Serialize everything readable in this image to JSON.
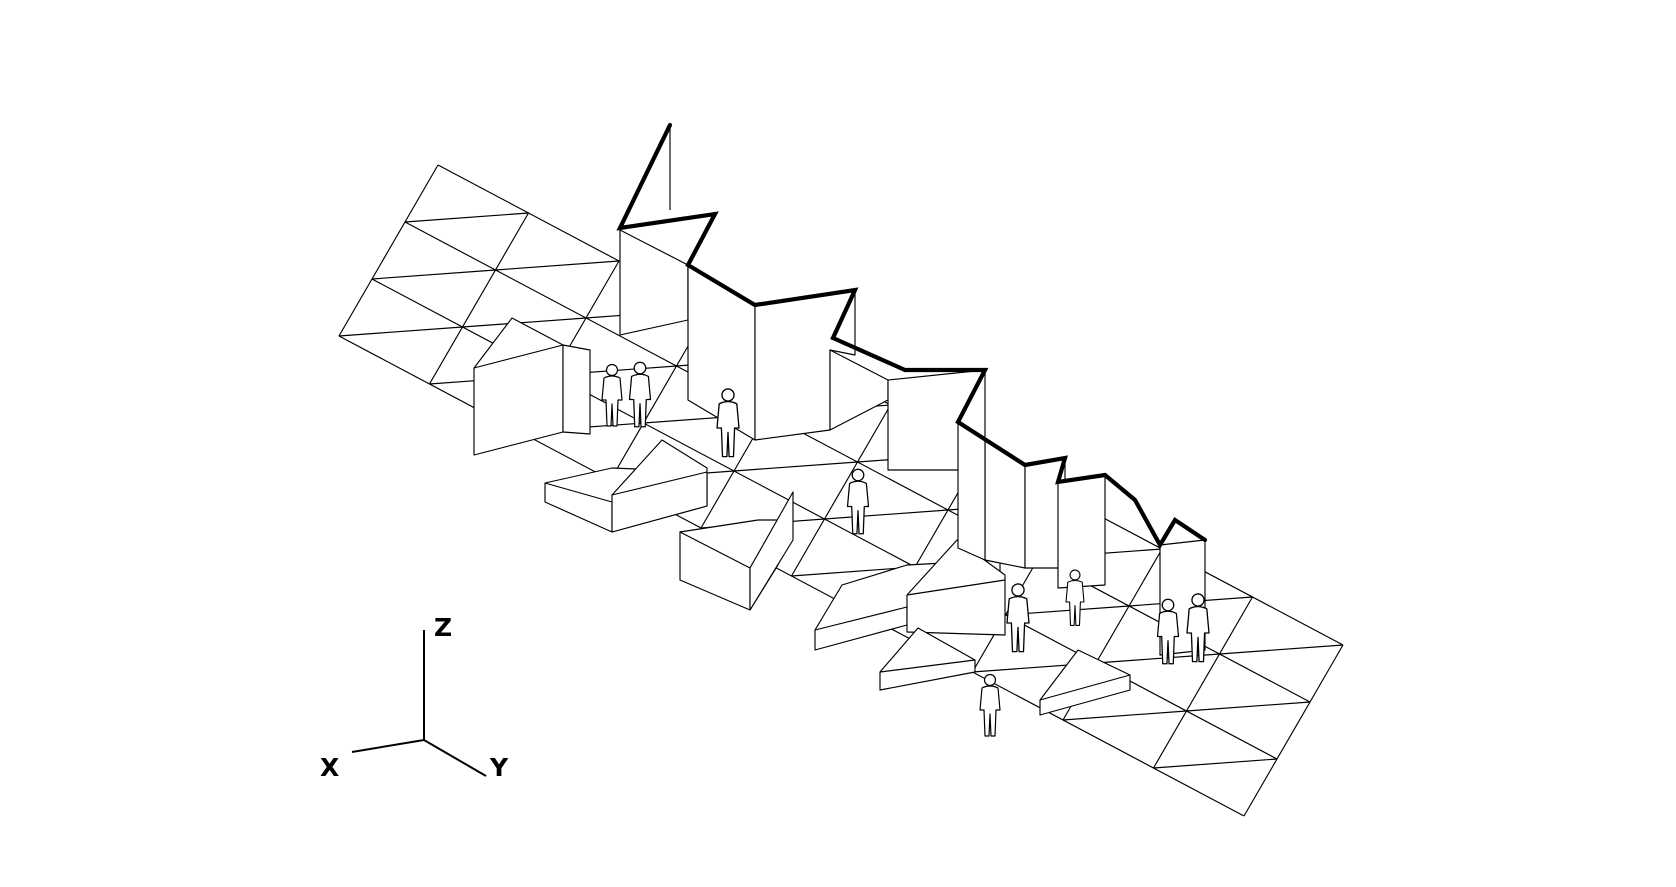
{
  "axes": {
    "z_label": "Z",
    "x_label": "X",
    "y_label": "Y"
  },
  "figures": {
    "people_count": 9
  }
}
